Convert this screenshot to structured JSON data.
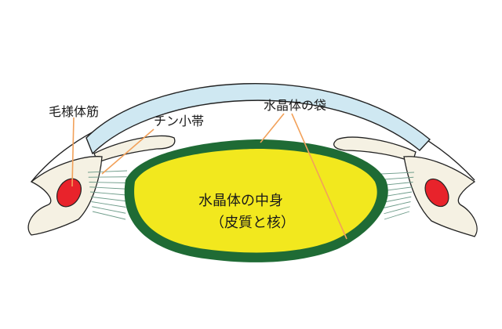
{
  "labels": {
    "ciliary_muscle": "毛様体筋",
    "zonule": "チン小帯",
    "lens_capsule": "水晶体の袋",
    "lens_body": "水晶体の中身",
    "lens_body_sub": "（皮質と核）"
  },
  "colors": {
    "cornea_fill": "#cfe8f2",
    "lens_fill": "#f2e81e",
    "capsule": "#1f6b35",
    "muscle_red": "#e8232b",
    "tissue": "#f5f1e3",
    "leader": "#f2a15a",
    "zonule_line": "#6e9c8a",
    "outline": "#222222"
  }
}
